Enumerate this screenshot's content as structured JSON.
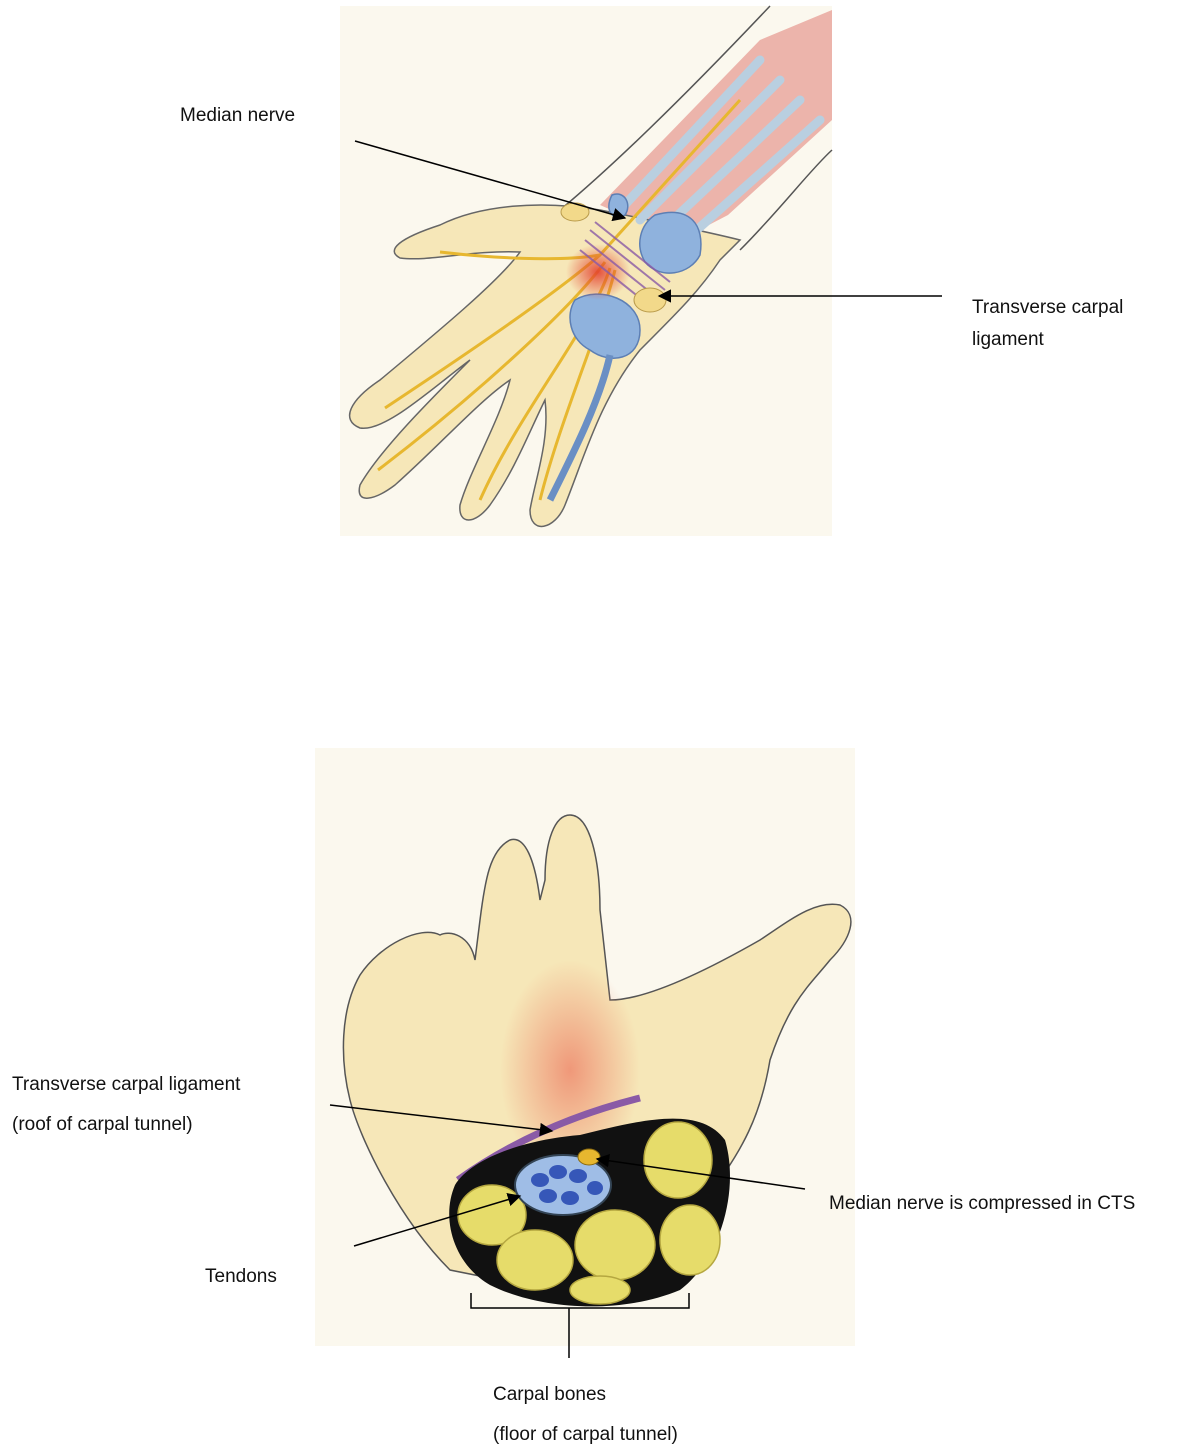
{
  "figure_top": {
    "labels": {
      "median_nerve": "Median nerve",
      "ligament_line1": "Transverse carpal",
      "ligament_line2": "ligament"
    }
  },
  "figure_bottom": {
    "labels": {
      "ligament_line1": "Transverse carpal ligament",
      "ligament_line2": "(roof of carpal tunnel)",
      "median_nerve_compressed": "Median nerve is compressed in CTS",
      "tendons": "Tendons",
      "carpal_bones_line1": "Carpal bones",
      "carpal_bones_line2": "(floor of carpal tunnel)"
    }
  },
  "colors": {
    "skin": "#f6e7b8",
    "muscle": "#e9a39a",
    "tendon": "#b9cfe0",
    "sheath": "#8fb2dd",
    "nerve": "#e7b72f",
    "inflammation": "#e4412e",
    "ligament": "#8a5aa6",
    "bone": "#e6dc6a",
    "outline": "#1a1a1a"
  }
}
